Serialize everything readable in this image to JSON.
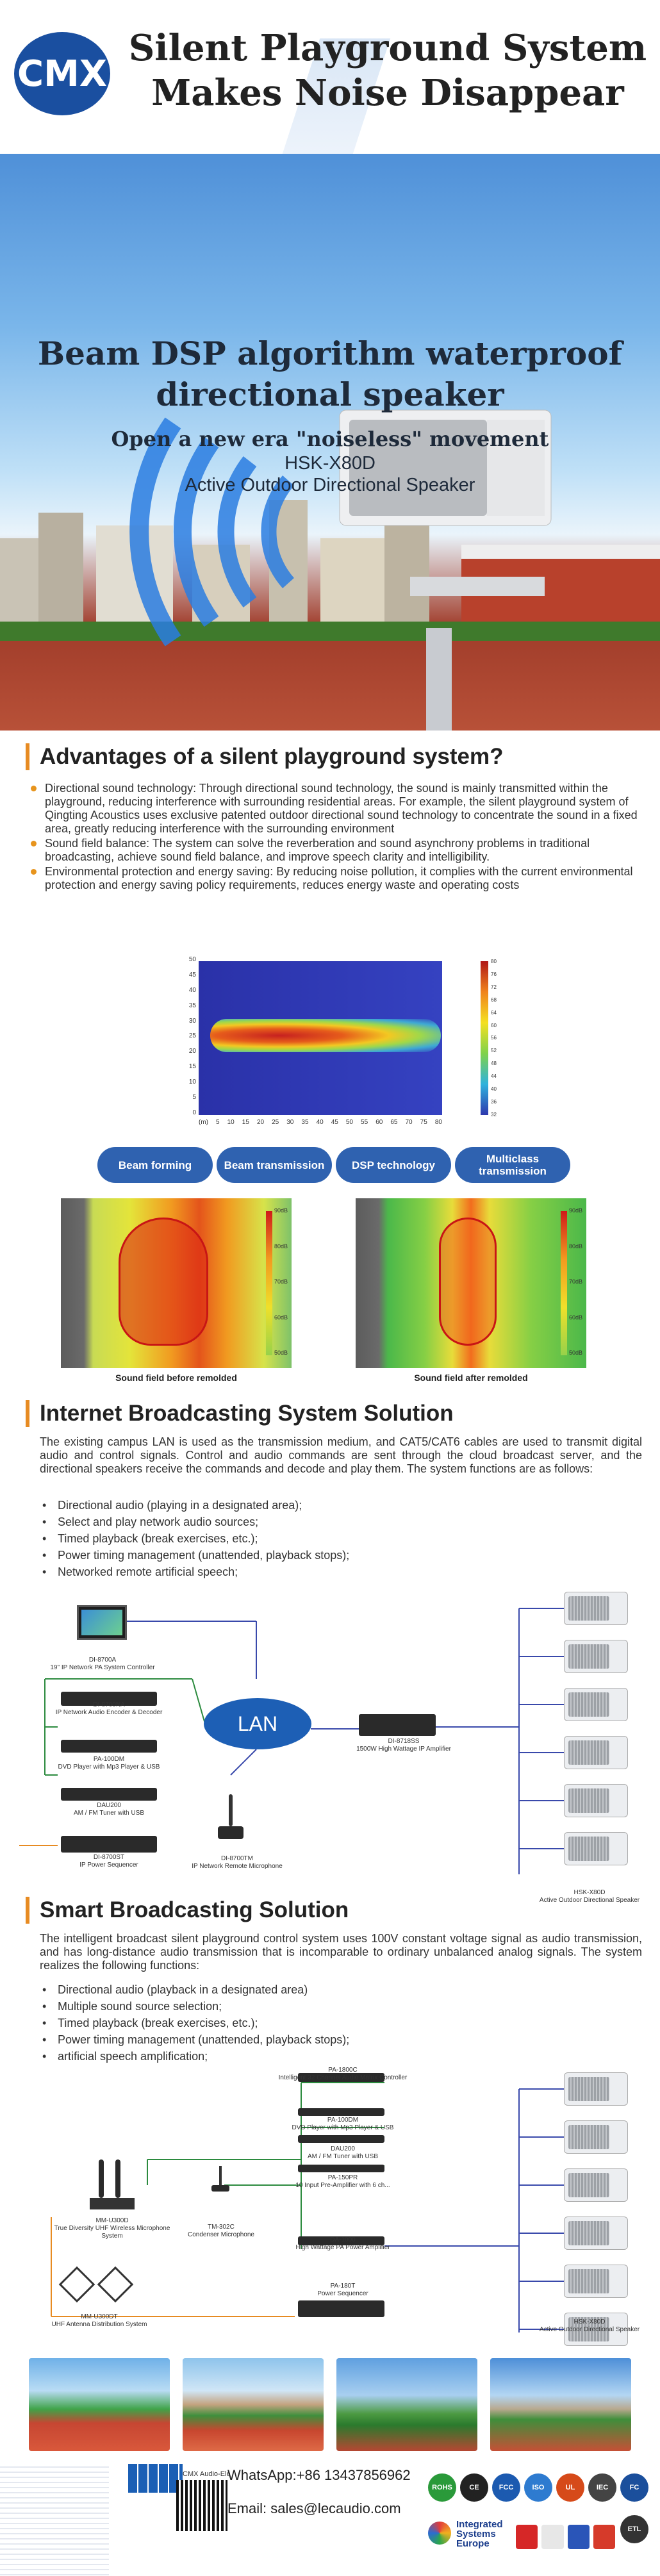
{
  "header": {
    "logo_text": "CMX",
    "title_line1": "Silent Playground System",
    "title_line2": "Makes Noise Disappear"
  },
  "hero": {
    "title_line1": "Beam DSP algorithm waterproof",
    "title_line2": "directional speaker",
    "subtitle": "Open a new era \"noiseless\" movement",
    "model": "HSK-X80D",
    "product_name": "Active Outdoor Directional Speaker"
  },
  "advantages": {
    "heading": "Advantages of a silent playground system?",
    "items": [
      "Directional sound technology: Through directional sound technology, the sound is mainly transmitted within the playground, reducing interference with surrounding residential areas. For example, the silent playground system of Qingting Acoustics uses exclusive patented outdoor directional sound technology to concentrate the sound in a fixed area, greatly reducing interference with the surrounding environment",
      "Sound field balance: The system can solve the reverberation and sound asynchrony problems in traditional broadcasting, achieve sound field balance, and improve speech clarity and intelligibility.",
      "Environmental protection and energy saving: By reducing noise pollution, it complies with the current environmental protection and energy saving policy requirements, reduces energy waste and operating costs"
    ]
  },
  "heatmap": {
    "x_unit": "(m)",
    "x_ticks": [
      "5",
      "10",
      "15",
      "20",
      "25",
      "30",
      "35",
      "40",
      "45",
      "50",
      "55",
      "60",
      "65",
      "70",
      "75",
      "80"
    ],
    "y_ticks": [
      "50",
      "45",
      "40",
      "35",
      "30",
      "25",
      "20",
      "15",
      "10",
      "5",
      "0"
    ],
    "scale_ticks": [
      "80",
      "76",
      "72",
      "68",
      "64",
      "60",
      "56",
      "52",
      "48",
      "44",
      "40",
      "36",
      "32"
    ]
  },
  "features": [
    "Beam forming",
    "Beam transmission",
    "DSP technology",
    "Multiclass transmission"
  ],
  "soundfield": {
    "before_label": "Sound field before remolded",
    "after_label": "Sound field after remolded",
    "db_labels": [
      "90dB",
      "80dB",
      "70dB",
      "60dB",
      "50dB"
    ]
  },
  "internet": {
    "heading": "Internet Broadcasting System Solution",
    "intro": "The existing campus LAN is used as the transmission medium, and CAT5/CAT6 cables are used to transmit digital audio and control signals. Control and audio commands are sent through the cloud broadcast server, and the directional speakers receive the commands and decode and play them. The system functions are as follows:",
    "functions": [
      "Directional audio (playing in a designated area);",
      "Select and play network audio sources;",
      "Timed playback (break exercises, etc.);",
      "Power timing management (unattended, playback stops);",
      "Networked remote artificial speech;"
    ],
    "lan_label": "LAN",
    "devices": [
      {
        "model": "DI-8700A",
        "desc": "19\" IP Network PA System Controller"
      },
      {
        "model": "DI-8700NA",
        "desc": "IP Network Audio Encoder & Decoder"
      },
      {
        "model": "PA-100DM",
        "desc": "DVD Player with Mp3 Player & USB"
      },
      {
        "model": "DAU200",
        "desc": "AM / FM Tuner with USB"
      },
      {
        "model": "DI-8700ST",
        "desc": "IP Power Sequencer"
      },
      {
        "model": "DI-8700TM",
        "desc": "IP Network Remote Microphone"
      },
      {
        "model": "DI-8718SS",
        "desc": "1500W High Wattage IP Amplifier"
      }
    ],
    "speaker_model": "HSK-X80D",
    "speaker_desc": "Active Outdoor Directional Speaker"
  },
  "smart": {
    "heading": "Smart Broadcasting Solution",
    "intro": "The intelligent broadcast silent playground control system uses 100V constant voltage signal as audio transmission, and has long-distance audio transmission that is incomparable to ordinary unbalanced analog signals. The system realizes the following functions:",
    "functions": [
      "Directional audio (playback in a designated area)",
      "Multiple sound source selection;",
      "Timed playback (break exercises, etc.);",
      "Power timing management (unattended, playback stops);",
      "artificial speech amplification;"
    ],
    "devices": [
      {
        "model": "PA-1800C",
        "desc": "Intelligent 32 Channel Audio Matrix Controller"
      },
      {
        "model": "PA-100DM",
        "desc": "DVD Player with Mp3 Player & USB"
      },
      {
        "model": "DAU200",
        "desc": "AM / FM Tuner with USB"
      },
      {
        "model": "PA-150PR",
        "desc": "10 Input Pre-Amplifier with 6 ch..."
      },
      {
        "model": "TM-302C",
        "desc": "Condenser Microphone"
      },
      {
        "model": "MM-U300D",
        "desc": "True Diversity UHF Wireless Microphone System"
      },
      {
        "model": "DA-1000",
        "desc": "High Wattage PA Power Amplifier"
      },
      {
        "model": "PA-180T",
        "desc": "Power Sequencer"
      },
      {
        "model": "MM-U300DT",
        "desc": "UHF Antenna Distribution System"
      }
    ],
    "speaker_model": "HSK-X80D",
    "speaker_desc": "Active Outdoor Directional Speaker"
  },
  "footer": {
    "whatsapp": "WhatsApp:+86 13437856962",
    "email": "Email: sales@lecaudio.com",
    "company": "CMX Audio-Ele",
    "badges": [
      "ROHS",
      "CE",
      "FCC",
      "ISO",
      "UL",
      "IEC",
      "FC",
      "ETL"
    ],
    "partner_line1": "Integrated",
    "partner_line2": "Systems",
    "partner_line3": "Europe"
  },
  "colors": {
    "accent": "#e78b22",
    "brand": "#1a4fa0",
    "pill": "#2f62b0",
    "lan": "#1d5fb5"
  }
}
